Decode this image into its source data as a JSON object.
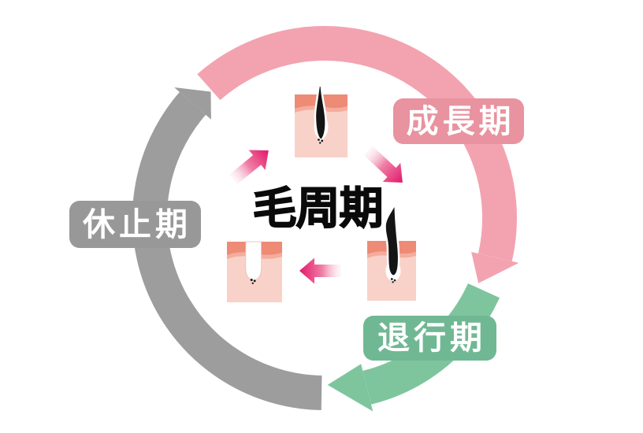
{
  "title": "毛周期",
  "phases": [
    {
      "id": "growth",
      "label": "成長期",
      "badge_color": "#E8939F",
      "arc_color": "#F3A3B0"
    },
    {
      "id": "regression",
      "label": "退行期",
      "badge_color": "#70B893",
      "arc_color": "#7EC59E"
    },
    {
      "id": "resting",
      "label": "休止期",
      "badge_color": "#989898",
      "arc_color": "#9D9D9D"
    }
  ],
  "cycle_direction": "clockwise",
  "center_arrows": [
    {
      "id": "telogen-to-anagen",
      "direction": "up-right"
    },
    {
      "id": "anagen-to-catagen",
      "direction": "down-right"
    },
    {
      "id": "catagen-to-telogen",
      "direction": "left"
    }
  ],
  "illustrations": [
    {
      "id": "anagen-follicle",
      "description": "growing hair with deep bulb"
    },
    {
      "id": "catagen-follicle",
      "description": "club hair detaching from papilla"
    },
    {
      "id": "telogen-follicle",
      "description": "empty follicle canal"
    }
  ],
  "colors": {
    "arrow_gradient_start": "#FCE3EC",
    "arrow_gradient_end": "#E2186B",
    "skin": "#F8D2C8",
    "epidermis": "#ED8B77",
    "hair": "#141414",
    "label_text": "#FFFFFF",
    "title_text": "#0A0A0A",
    "background": "#FFFFFF"
  }
}
